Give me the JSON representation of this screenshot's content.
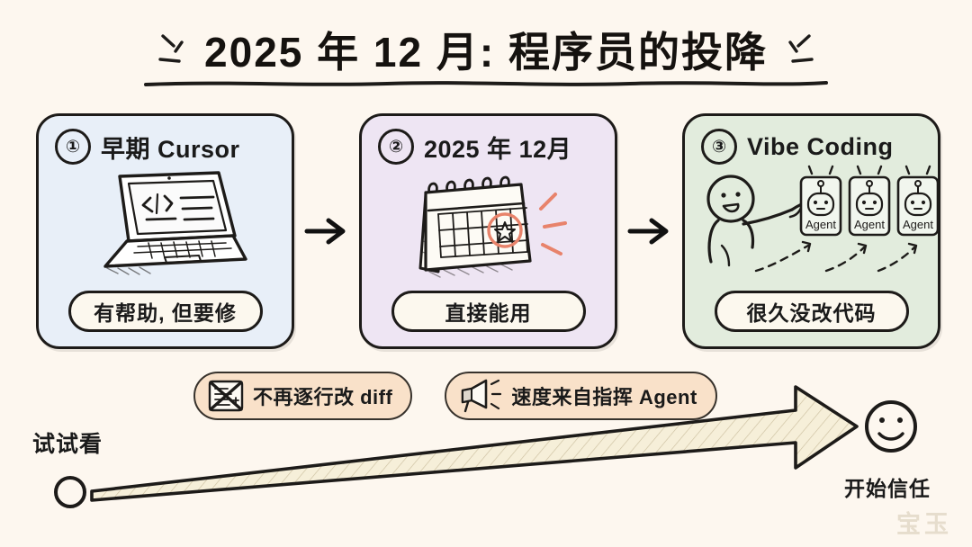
{
  "meta": {
    "background_color": "#fdf7ef",
    "ink_color": "#1d1b19",
    "watermark": "宝玉"
  },
  "header": {
    "title": "2025 年 12 月: 程序员的投降",
    "left_spark_icon": "sparkle-icon",
    "right_spark_icon": "sparkle-icon",
    "underline_icon": "hand-drawn-underline"
  },
  "panels": [
    {
      "number": "①",
      "title": "早期 Cursor",
      "caption": "有帮助, 但要修",
      "icon": "laptop-code-icon",
      "bg_color": "#e8eff8"
    },
    {
      "number": "②",
      "title": "2025 年 12月",
      "caption": "直接能用",
      "icon": "desk-calendar-icon",
      "bg_color": "#eee5f3",
      "accent_color": "#e8836b"
    },
    {
      "number": "③",
      "title": "Vibe Coding",
      "caption": "很久没改代码",
      "icon": "person-directing-agents-icon",
      "bg_color": "#e2ecdd",
      "agents": [
        "Agent",
        "Agent",
        "Agent"
      ]
    }
  ],
  "flow_arrows": [
    "arrow-right-icon",
    "arrow-right-icon"
  ],
  "tags": [
    {
      "label": "不再逐行改 diff",
      "icon": "crossed-out-diff-icon",
      "bg_color": "#f9e1c9"
    },
    {
      "label": "速度来自指挥 Agent",
      "icon": "megaphone-icon",
      "bg_color": "#f9e1c9"
    }
  ],
  "trajectory": {
    "start_label": "试试看",
    "start_icon": "hollow-circle-icon",
    "end_label": "开始信任",
    "end_icon": "smiley-face-icon",
    "arrow_icon": "tapered-growth-arrow-icon",
    "arrow_fill": "#f4edd6"
  }
}
